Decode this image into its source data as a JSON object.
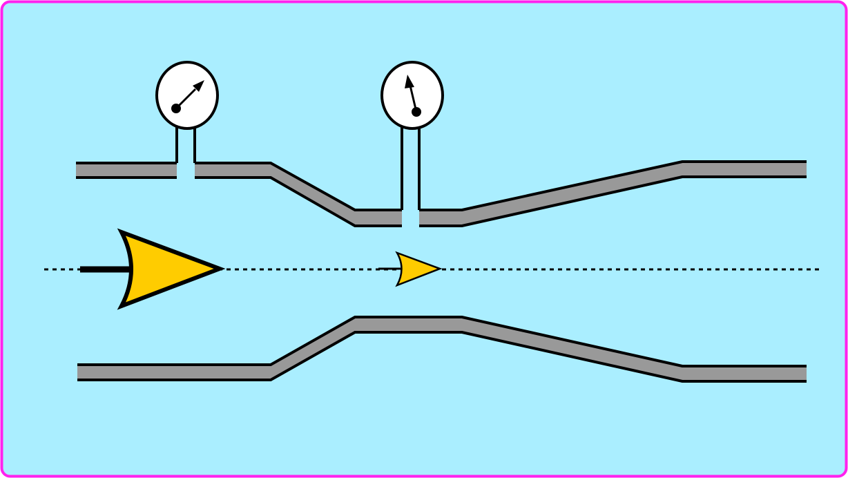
{
  "colors": {
    "background": "#aaeeff",
    "border": "#ff22ee",
    "pipe_wall": "#999999",
    "pipe_edge": "#000000",
    "arrow_fill": "#ffcc00",
    "gauge_face": "#ffffff"
  },
  "gauges": [
    {
      "name": "inlet-pressure-gauge",
      "needle_angle_deg": 45,
      "reading": "high"
    },
    {
      "name": "throat-pressure-gauge",
      "needle_angle_deg": 105,
      "reading": "low"
    }
  ],
  "flow_arrows": [
    {
      "name": "inlet-flow-arrow",
      "size": "large"
    },
    {
      "name": "throat-flow-arrow",
      "size": "small"
    }
  ],
  "icons": [
    "pressure-gauge-icon",
    "flow-arrow-icon",
    "needle-icon"
  ]
}
